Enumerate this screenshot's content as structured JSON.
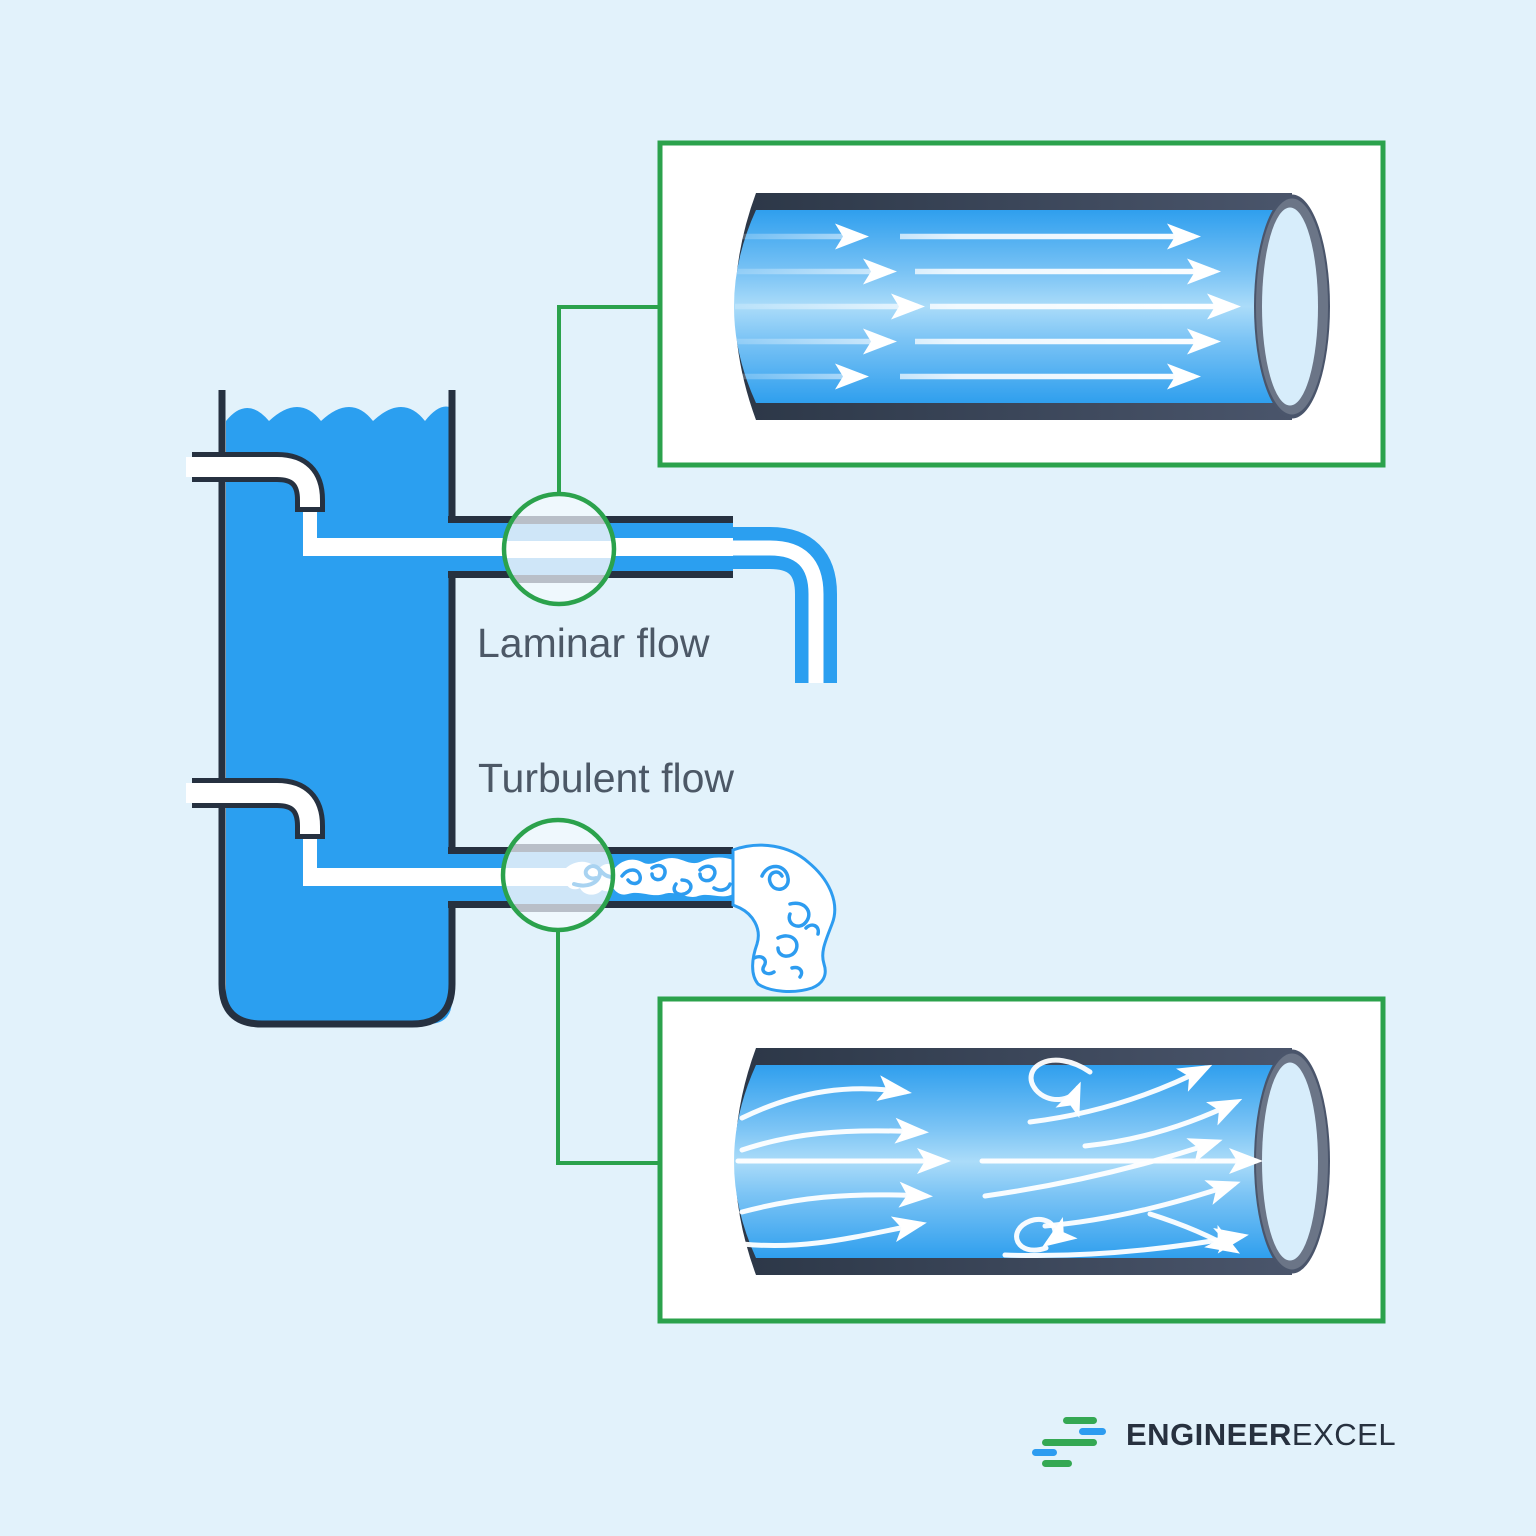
{
  "labels": {
    "laminar": "Laminar flow",
    "turbulent": "Turbulent flow"
  },
  "logo": {
    "bold_part": "ENGINEER",
    "light_part": "EXCEL"
  },
  "icons": {
    "logo_mark": "stacked-flow-bars-logo",
    "lens_top": "laminar-magnifier-circle",
    "lens_bottom": "turbulent-magnifier-circle"
  },
  "colors": {
    "background": "#e2f2fb",
    "water_blue": "#2b9ff0",
    "outline_navy": "#263140",
    "accent_green": "#2ba24c",
    "label_gray": "#4c5866",
    "lens_background": "#eff8fd",
    "lens_wall_gray": "#b9bfc8",
    "lens_light_blue": "#cfe6f8",
    "pipe_opening_blue": "#d7edfb",
    "logo_navy": "#27313f",
    "logo_green": "#34a853",
    "logo_blue": "#2d9cf0"
  }
}
